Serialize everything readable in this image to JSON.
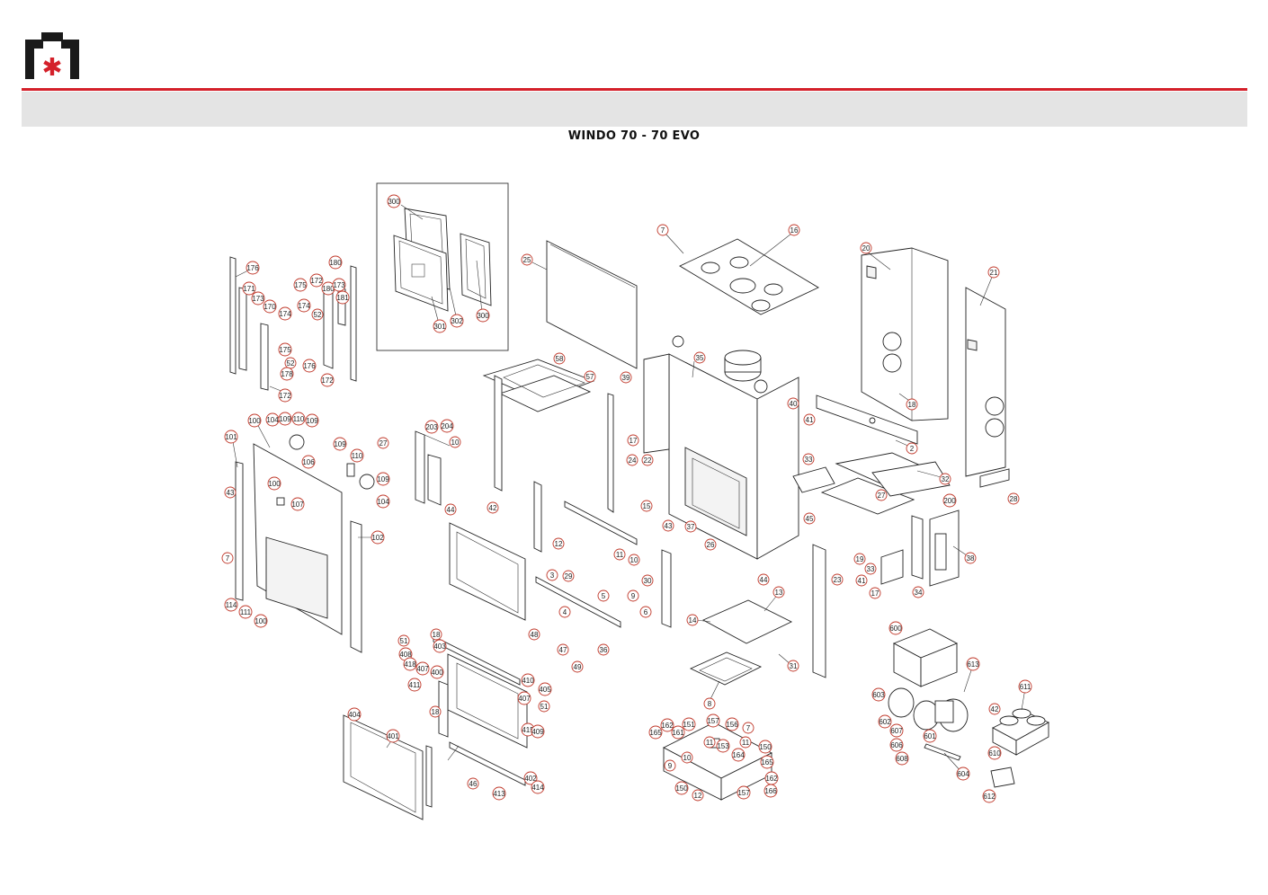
{
  "header": {
    "title": "WINDO 70 - 70 EVO",
    "brand_color": "#d4202a",
    "band_color": "#e4e4e4"
  },
  "callouts": [
    {
      "label": "300"
    },
    {
      "label": "301"
    },
    {
      "label": "302"
    },
    {
      "label": "300"
    },
    {
      "label": "176"
    },
    {
      "label": "171"
    },
    {
      "label": "173"
    },
    {
      "label": "170"
    },
    {
      "label": "174"
    },
    {
      "label": "175"
    },
    {
      "label": "52"
    },
    {
      "label": "178"
    },
    {
      "label": "172"
    },
    {
      "label": "175"
    },
    {
      "label": "172"
    },
    {
      "label": "174"
    },
    {
      "label": "180"
    },
    {
      "label": "173"
    },
    {
      "label": "181"
    },
    {
      "label": "52"
    },
    {
      "label": "176"
    },
    {
      "label": "172"
    },
    {
      "label": "180"
    },
    {
      "label": "100"
    },
    {
      "label": "104"
    },
    {
      "label": "109"
    },
    {
      "label": "110"
    },
    {
      "label": "109"
    },
    {
      "label": "101"
    },
    {
      "label": "106"
    },
    {
      "label": "109"
    },
    {
      "label": "110"
    },
    {
      "label": "27"
    },
    {
      "label": "109"
    },
    {
      "label": "104"
    },
    {
      "label": "43"
    },
    {
      "label": "100"
    },
    {
      "label": "107"
    },
    {
      "label": "7"
    },
    {
      "label": "102"
    },
    {
      "label": "114"
    },
    {
      "label": "111"
    },
    {
      "label": "100"
    },
    {
      "label": "203"
    },
    {
      "label": "204"
    },
    {
      "label": "10"
    },
    {
      "label": "44"
    },
    {
      "label": "25"
    },
    {
      "label": "58"
    },
    {
      "label": "57"
    },
    {
      "label": "39"
    },
    {
      "label": "42"
    },
    {
      "label": "12"
    },
    {
      "label": "3"
    },
    {
      "label": "29"
    },
    {
      "label": "4"
    },
    {
      "label": "48"
    },
    {
      "label": "47"
    },
    {
      "label": "49"
    },
    {
      "label": "36"
    },
    {
      "label": "11"
    },
    {
      "label": "10"
    },
    {
      "label": "30"
    },
    {
      "label": "5"
    },
    {
      "label": "9"
    },
    {
      "label": "6"
    },
    {
      "label": "7"
    },
    {
      "label": "16"
    },
    {
      "label": "35"
    },
    {
      "label": "40"
    },
    {
      "label": "41"
    },
    {
      "label": "17"
    },
    {
      "label": "22"
    },
    {
      "label": "24"
    },
    {
      "label": "15"
    },
    {
      "label": "43"
    },
    {
      "label": "37"
    },
    {
      "label": "26"
    },
    {
      "label": "44"
    },
    {
      "label": "45"
    },
    {
      "label": "23"
    },
    {
      "label": "13"
    },
    {
      "label": "14"
    },
    {
      "label": "31"
    },
    {
      "label": "8"
    },
    {
      "label": "20"
    },
    {
      "label": "21"
    },
    {
      "label": "18"
    },
    {
      "label": "2"
    },
    {
      "label": "33"
    },
    {
      "label": "32"
    },
    {
      "label": "27"
    },
    {
      "label": "200"
    },
    {
      "label": "28"
    },
    {
      "label": "19"
    },
    {
      "label": "33"
    },
    {
      "label": "41"
    },
    {
      "label": "17"
    },
    {
      "label": "34"
    },
    {
      "label": "38"
    },
    {
      "label": "51"
    },
    {
      "label": "408"
    },
    {
      "label": "418"
    },
    {
      "label": "407"
    },
    {
      "label": "18"
    },
    {
      "label": "403"
    },
    {
      "label": "400"
    },
    {
      "label": "411"
    },
    {
      "label": "18"
    },
    {
      "label": "410"
    },
    {
      "label": "405"
    },
    {
      "label": "407"
    },
    {
      "label": "51"
    },
    {
      "label": "415"
    },
    {
      "label": "409"
    },
    {
      "label": "404"
    },
    {
      "label": "401"
    },
    {
      "label": "46"
    },
    {
      "label": "402"
    },
    {
      "label": "413"
    },
    {
      "label": "414"
    },
    {
      "label": "162"
    },
    {
      "label": "161"
    },
    {
      "label": "151"
    },
    {
      "label": "157"
    },
    {
      "label": "156"
    },
    {
      "label": "7"
    },
    {
      "label": "165"
    },
    {
      "label": "11"
    },
    {
      "label": "11"
    },
    {
      "label": "153"
    },
    {
      "label": "150"
    },
    {
      "label": "164"
    },
    {
      "label": "10"
    },
    {
      "label": "9"
    },
    {
      "label": "165"
    },
    {
      "label": "162"
    },
    {
      "label": "150"
    },
    {
      "label": "157"
    },
    {
      "label": "12"
    },
    {
      "label": "166"
    },
    {
      "label": "600"
    },
    {
      "label": "613"
    },
    {
      "label": "603"
    },
    {
      "label": "602"
    },
    {
      "label": "607"
    },
    {
      "label": "606"
    },
    {
      "label": "601"
    },
    {
      "label": "608"
    },
    {
      "label": "604"
    },
    {
      "label": "42"
    },
    {
      "label": "611"
    },
    {
      "label": "610"
    },
    {
      "label": "612"
    }
  ]
}
